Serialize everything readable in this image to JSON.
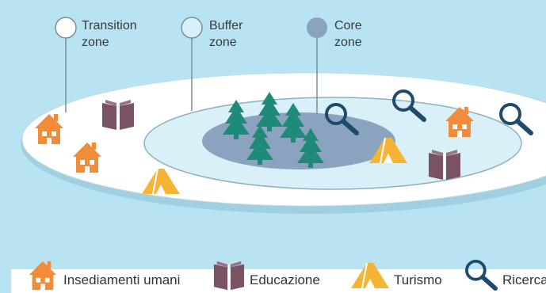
{
  "zones": {
    "transition": {
      "line1": "Transition",
      "line2": "zone"
    },
    "buffer": {
      "line1": "Buffer",
      "line2": "zone"
    },
    "core": {
      "line1": "Core",
      "line2": "zone"
    }
  },
  "legend": {
    "settlements": "Insediamenti umani",
    "education": "Educazione",
    "tourism": "Turismo",
    "research": "Ricerca"
  },
  "colors": {
    "background": "#b8e3f2",
    "transition_zone": "#ffffff",
    "buffer_zone": "#d9f0f9",
    "core_zone": "#8aa3bf",
    "house": "#f08c3a",
    "book": "#7a5266",
    "tent": "#f5b435",
    "magnifier": "#1f4a6b",
    "tree": "#1f8a78"
  },
  "icons": [
    "house-icon",
    "book-icon",
    "tent-icon",
    "magnifier-icon",
    "tree-icon"
  ]
}
